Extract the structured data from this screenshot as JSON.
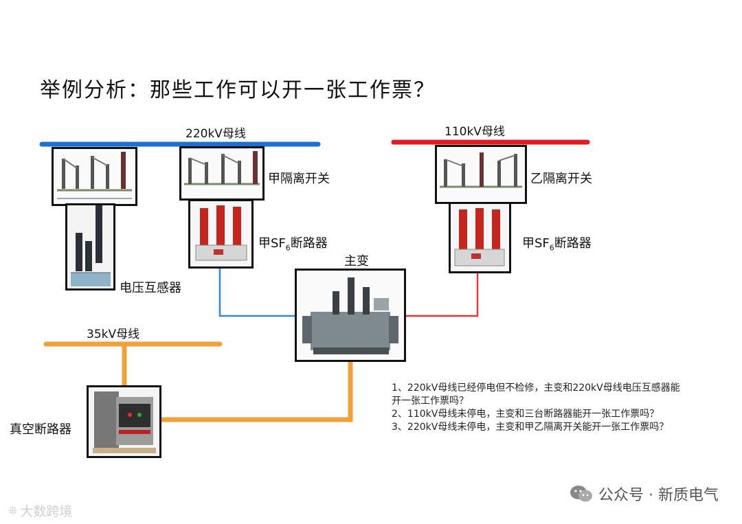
{
  "title": "举例分析：那些工作可以开一张工作票？",
  "buses": {
    "bus220": "220kV母线",
    "bus110": "110kV母线",
    "bus35": "35kV母线"
  },
  "devices": {
    "isolator_a": "甲隔离开关",
    "sf6_a_prefix": "甲SF",
    "sf6_a_sub": "6",
    "sf6_a_suffix": "断路器",
    "isolator_b": "乙隔离开关",
    "sf6_b_prefix": "甲SF",
    "sf6_b_sub": "6",
    "sf6_b_suffix": "断路器",
    "pt": "电压互感器",
    "main_transformer": "主变",
    "vacuum_breaker": "真空断路器"
  },
  "questions": [
    "1、220kV母线已经停电但不检修，主变和220kV母线电压互感器能",
    "开一张工作票吗？",
    "2、110kV母线未停电，主变和三台断路器能开一张工作票吗？",
    "3、220kV母线未停电，主变和甲乙隔离开关能开一张工作票吗？"
  ],
  "watermark": "公众号 · 新质电气",
  "corner_mark": "大数跨境",
  "colors": {
    "bus220": "#1f6fd1",
    "bus110": "#e21b23",
    "bus35": "#f2a03a",
    "link_blue": "#3a86d6",
    "link_red": "#e23a3a"
  },
  "icons": [
    "isolator-switch-photo",
    "sf6-breaker-photo",
    "voltage-transformer-photo",
    "main-transformer-photo",
    "vacuum-breaker-photo",
    "wechat-icon"
  ]
}
